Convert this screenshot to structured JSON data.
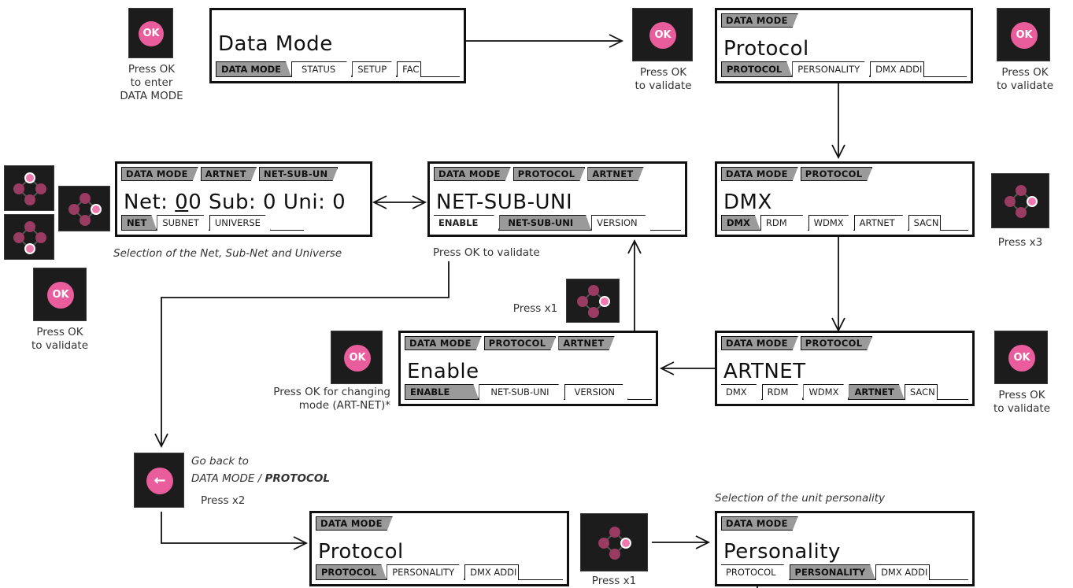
{
  "screens": {
    "s1": {
      "title": "Data Mode",
      "crumbs": [],
      "tabs": [
        "DATA MODE",
        "STATUS",
        "SETUP",
        "FAC"
      ]
    },
    "s2": {
      "title": "Protocol",
      "crumbs": [
        "DATA MODE"
      ],
      "tabs": [
        "PROTOCOL",
        "PERSONALITY",
        "DMX ADDI"
      ]
    },
    "s3": {
      "title": "DMX",
      "crumbs": [
        "DATA MODE",
        "PROTOCOL"
      ],
      "tabs": [
        "DMX",
        "RDM",
        "WDMX",
        "ARTNET",
        "SACN"
      ]
    },
    "s4": {
      "title": "ARTNET",
      "crumbs": [
        "DATA MODE",
        "PROTOCOL"
      ],
      "tabs": [
        "DMX",
        "RDM",
        "WDMX",
        "ARTNET",
        "SACN"
      ]
    },
    "s5": {
      "title": "Enable",
      "crumbs": [
        "DATA MODE",
        "PROTOCOL",
        "ARTNET"
      ],
      "tabs": [
        "ENABLE",
        "NET-SUB-UNI",
        "VERSION"
      ]
    },
    "s6": {
      "title": "NET-SUB-UNI",
      "crumbs": [
        "DATA MODE",
        "PROTOCOL",
        "ARTNET"
      ],
      "tabs": [
        "ENABLE",
        "NET-SUB-UNI",
        "VERSION"
      ]
    },
    "s7": {
      "title_net": "Net: ",
      "title_netval_u": "0",
      "title_netval": "0 Sub: 0 Uni: 0",
      "crumbs": [
        "DATA MODE",
        "ARTNET",
        "NET-SUB-UN"
      ],
      "tabs": [
        "NET",
        "SUBNET",
        "UNIVERSE"
      ]
    },
    "s8": {
      "title": "Protocol",
      "crumbs": [
        "DATA MODE"
      ],
      "tabs": [
        "PROTOCOL",
        "PERSONALITY",
        "DMX ADDI"
      ]
    },
    "s9": {
      "title": "Personality",
      "crumbs": [
        "DATA MODE"
      ],
      "tabs": [
        "PROTOCOL",
        "PERSONALITY",
        "DMX ADDI"
      ]
    }
  },
  "ok_text": "OK",
  "labels": {
    "enter": "Press OK\nto enter\nDATA MODE",
    "validate": "Press OK\nto validate",
    "press_ok_validate_line": "Press OK to validate",
    "press_x3": "Press x3",
    "press_x1": "Press x1",
    "press_x2": "Press x2",
    "changing_mode": "Press OK for changing\nmode (ART-NET)*",
    "selection_net": "Selection of the Net, Sub-Net and Universe",
    "go_back_1": "Go back to",
    "go_back_2a": "DATA MODE / ",
    "go_back_2b": "PROTOCOL",
    "selection_personality": "Selection of the unit personality"
  },
  "icons": {
    "ok": "ok-button-icon",
    "dpad": "dpad-icon",
    "back": "back-icon"
  },
  "colors": {
    "pink": "#e95d9c",
    "tab_active": "#9a9a9a",
    "button_bg": "#1c1c1c"
  }
}
